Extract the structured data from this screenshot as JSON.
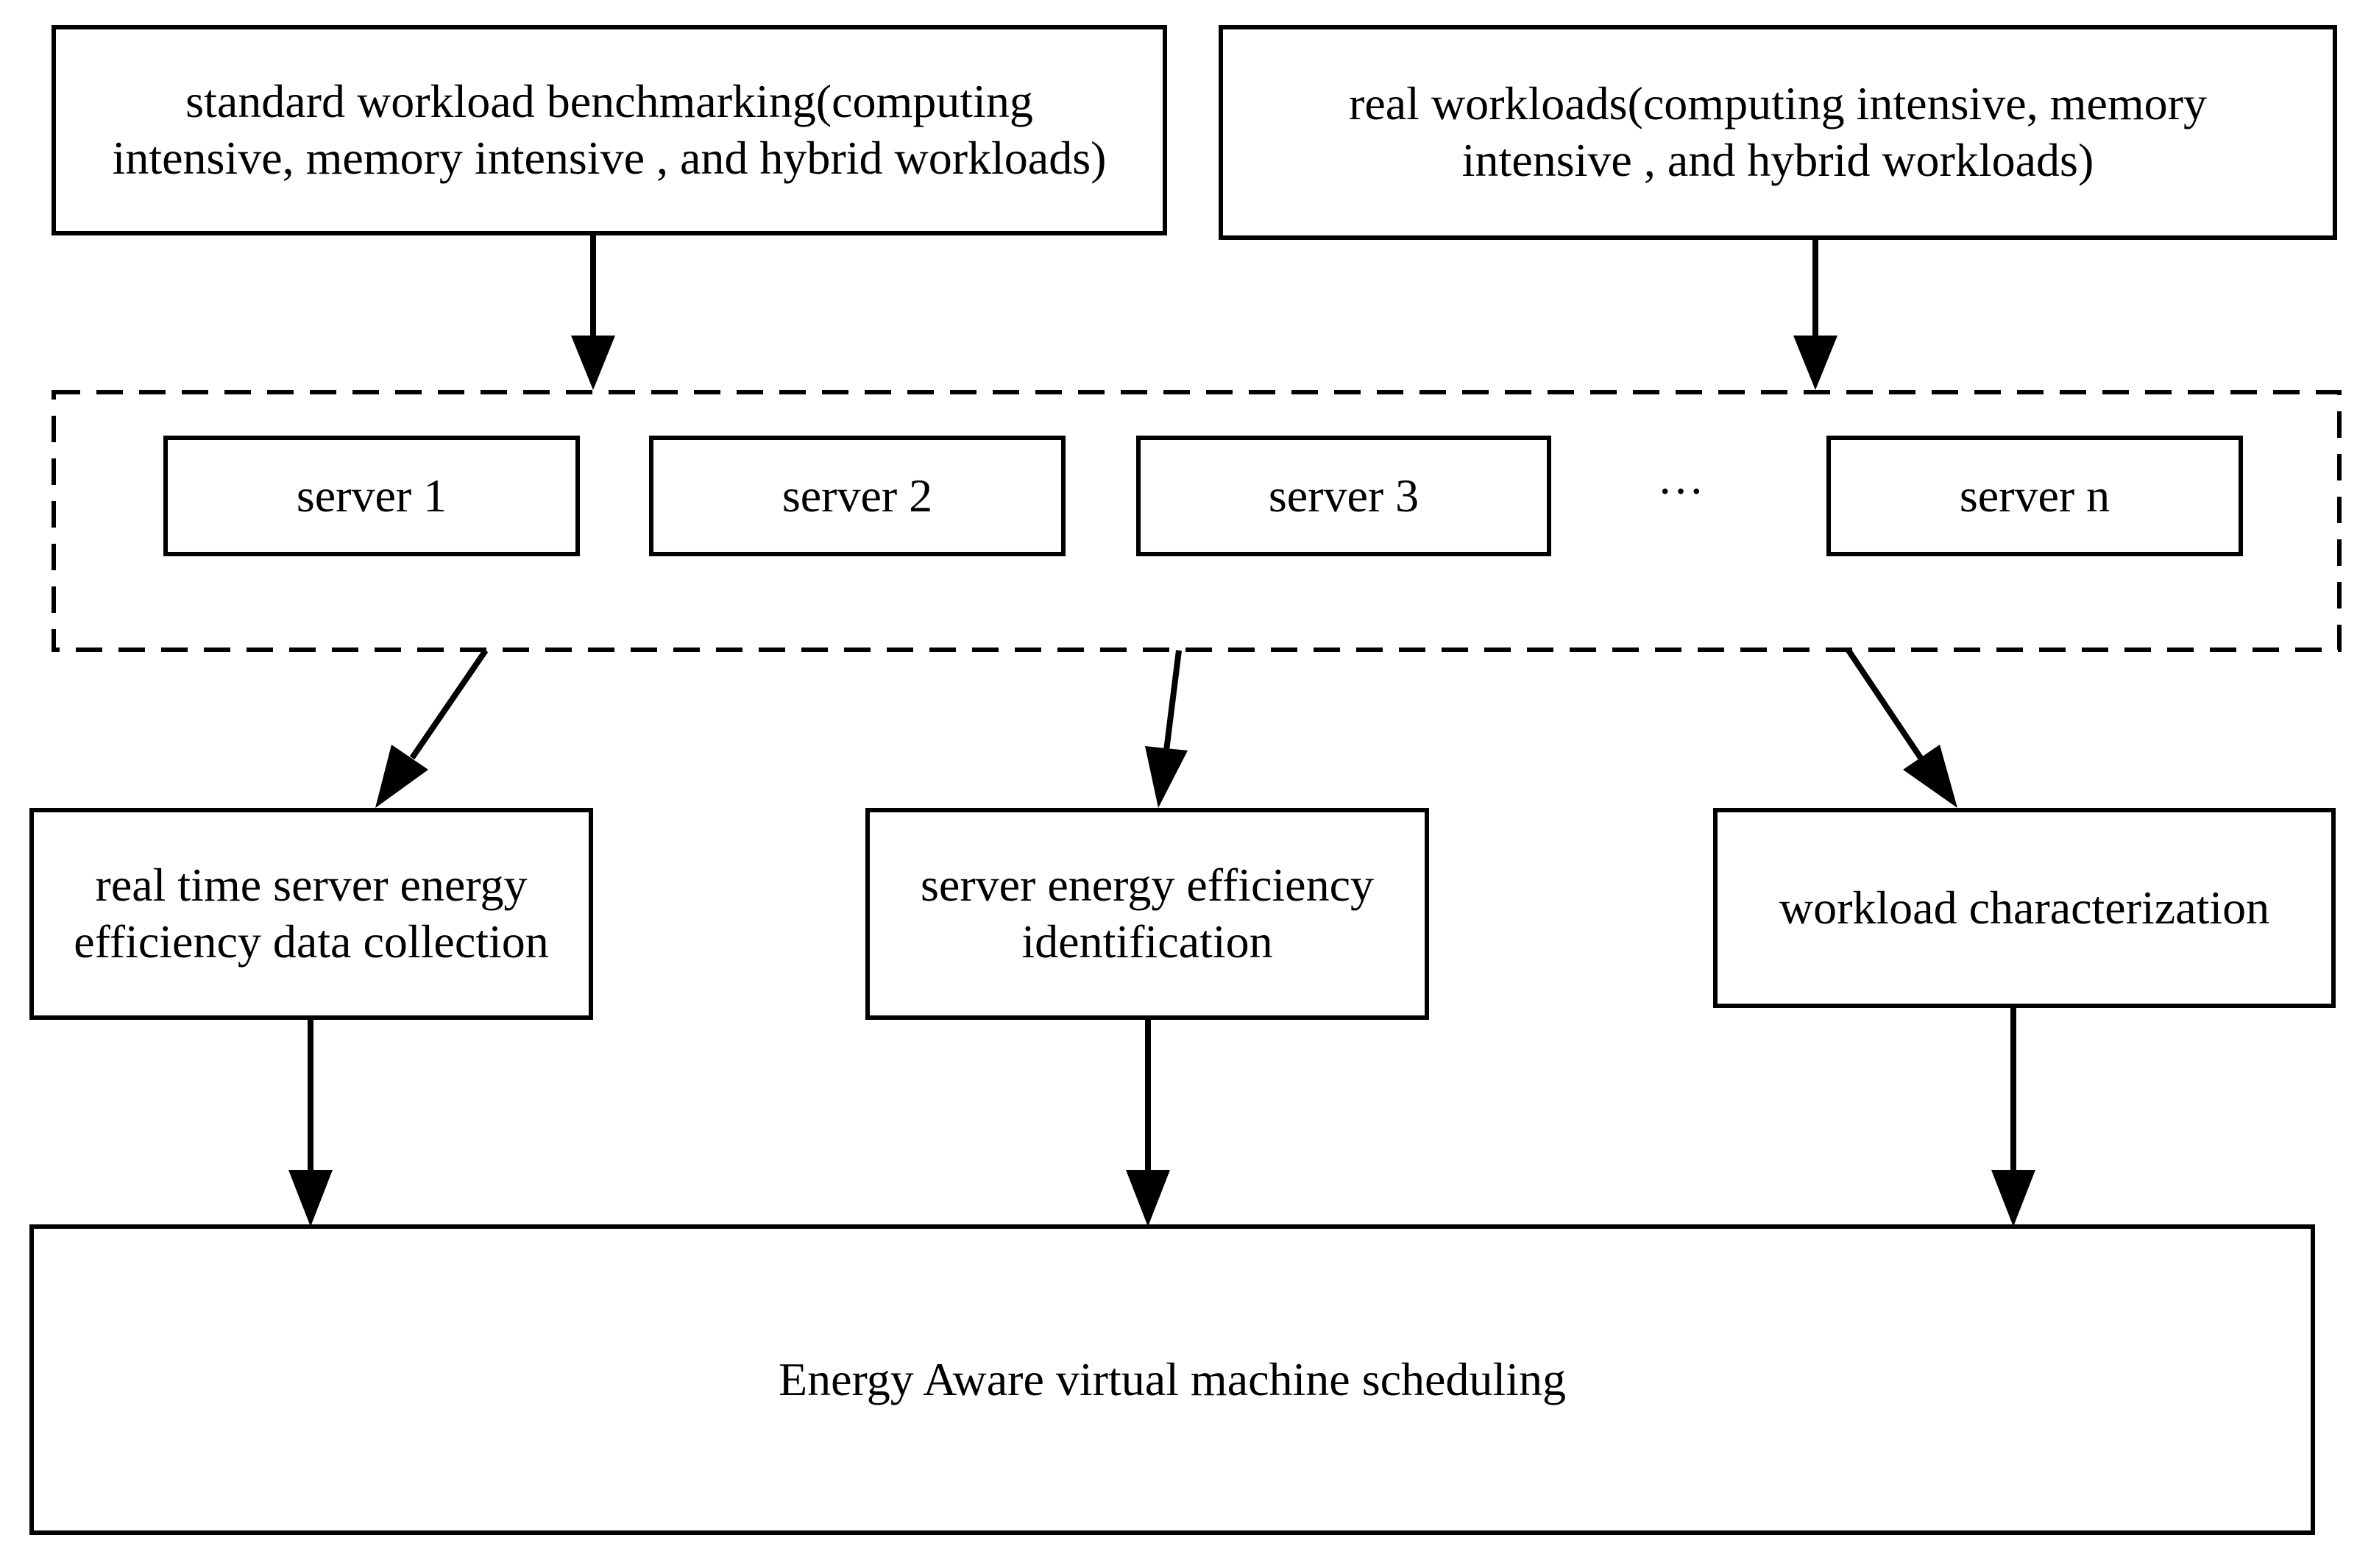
{
  "inputs": {
    "standard": "standard workload benchmarking(computing\nintensive, memory intensive , and hybrid workloads)",
    "real": "real workloads(computing intensive, memory\nintensive , and hybrid workloads)"
  },
  "servers": {
    "items": [
      "server 1",
      "server 2",
      "server 3",
      "server n"
    ],
    "ellipsis": "···"
  },
  "modules": {
    "collection": "real time server energy\nefficiency data collection",
    "identification": "server energy efficiency\nidentification",
    "characterization": "workload characterization"
  },
  "output": {
    "scheduling": "Energy Aware virtual machine scheduling"
  }
}
